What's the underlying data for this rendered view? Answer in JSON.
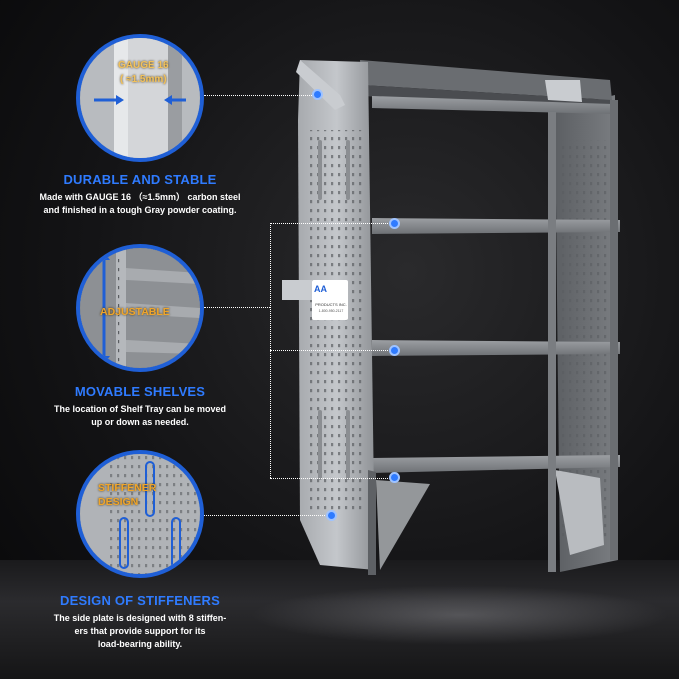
{
  "callouts": [
    {
      "title": "DURABLE AND STABLE",
      "desc_line1": "Made with GAUGE 16 （≈1.5mm） carbon steel",
      "desc_line2": "and finished in a tough Gray powder coating.",
      "overlay_line1": "GAUGE 16",
      "overlay_line2": "( ≈1.5mm)"
    },
    {
      "title": "MOVABLE SHELVES",
      "desc_line1": "The location of Shelf Tray can be moved",
      "desc_line2": "up or down as needed.",
      "overlay": "ADJUSTABLE"
    },
    {
      "title": "DESIGN OF STIFFENERS",
      "desc_line1": "The side plate is designed with 8 stiffen-",
      "desc_line2": "ers that provide support for its",
      "desc_line3": "load-bearing ability.",
      "overlay_line1": "STIFFENER",
      "overlay_line2": "DESIGN"
    }
  ],
  "product_label": {
    "logo": "AA",
    "brand": "PRODUCTS INC.",
    "phone": "1-800-950-2117"
  },
  "colors": {
    "accent": "#2f7bff",
    "highlight": "#f0a52a",
    "steel": "#8e9196"
  }
}
